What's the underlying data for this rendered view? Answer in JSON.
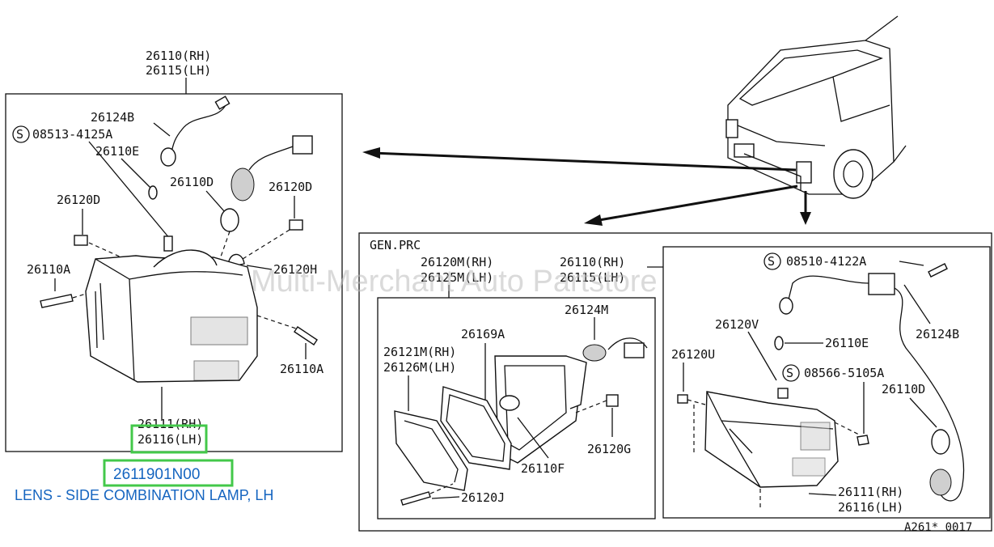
{
  "watermark": "Multi-Merchant Auto Partstore",
  "selected": {
    "part_number": "2611901N00",
    "description": "LENS - SIDE COMBINATION LAMP, LH",
    "accent_color": "#43c84a",
    "text_color": "#1565c0"
  },
  "left_panel": {
    "header_rh": "26110(RH)",
    "header_lh": "26115(LH)",
    "labels": {
      "bulb_socket_b": "26124B",
      "screw_s": "08513-4125A",
      "bulb_e": "26110E",
      "bulb_d": "26110D",
      "clip_d_left": "26120D",
      "clip_d_right": "26120D",
      "screw_a_left": "26110A",
      "clip_h": "26120H",
      "screw_a_right": "26110A",
      "lens_rh": "26111(RH)",
      "lens_lh": "26116(LH)"
    },
    "s_symbol": "S"
  },
  "right_panel": {
    "gen_label": "GEN.PRC",
    "header_m_rh": "26120M(RH)",
    "header_m_lh": "26125M(LH)",
    "header_rh": "26110(RH)",
    "header_lh": "26115(LH)",
    "inner_left": {
      "socket_m": "26124M",
      "gasket": "26169A",
      "lens_m_rh": "26121M(RH)",
      "lens_m_lh": "26126M(LH)",
      "bulb_f": "26110F",
      "clip_g": "26120G",
      "screw_j": "26120J"
    },
    "inner_right": {
      "screw_s": "08510-4122A",
      "clip_v": "26120V",
      "bulb_e": "26110E",
      "clip_u": "26120U",
      "screw_s2": "08566-5105A",
      "bulb_d": "26110D",
      "socket_b": "26124B",
      "lens_rh": "26111(RH)",
      "lens_lh": "26116(LH)"
    },
    "s_symbol": "S"
  },
  "diagram_code": "A261* 0017"
}
